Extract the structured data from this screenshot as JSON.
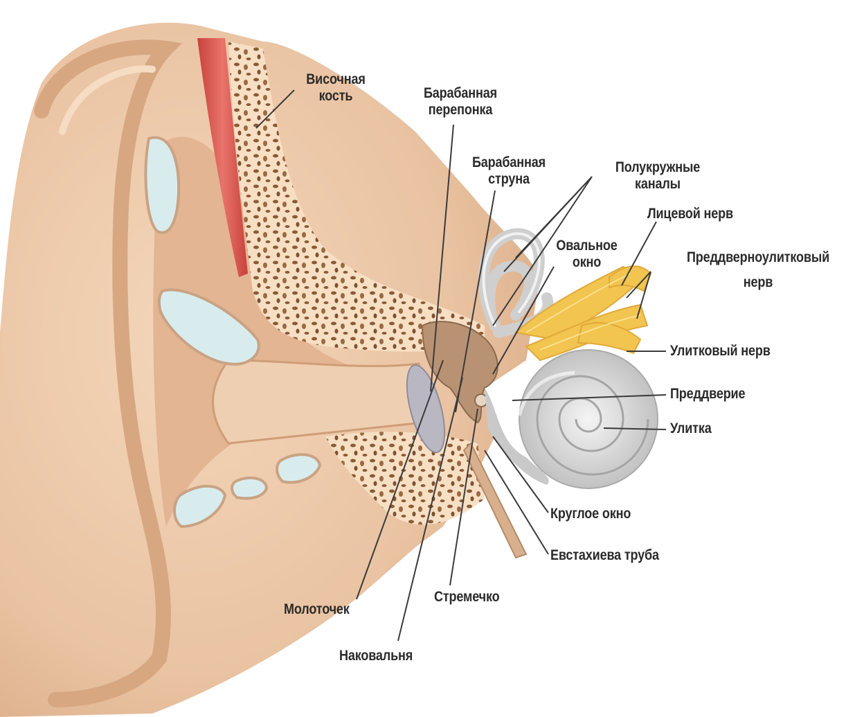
{
  "colors": {
    "skin": "#ecc8a8",
    "skin_dark": "#d9a985",
    "skin_light": "#f6dcc3",
    "bone": "#f7dfc4",
    "bone_spot": "#8a5a35",
    "muscle": "#d9574f",
    "fluid": "#d8ecee",
    "inner_ear": "#d6d6d6",
    "nerve": "#f0c24a",
    "label": "#2b2b2b",
    "leader": "#3a3a3a"
  },
  "labels": {
    "temporal_bone": [
      "Височная",
      "кость"
    ],
    "eardrum": [
      "Барабанная",
      "перепонка"
    ],
    "chorda_tympani": [
      "Барабанная",
      "струна"
    ],
    "semicircular_canals": [
      "Полукружные",
      "каналы"
    ],
    "facial_nerve": "Лицевой нерв",
    "oval_window": [
      "Овальное",
      "окно"
    ],
    "vestibulocochlear_nerve": [
      "Преддверноулитковый",
      "нерв"
    ],
    "cochlear_nerve": "Улитковый нерв",
    "vestibule": "Преддверие",
    "cochlea": "Улитка",
    "round_window": "Круглое окно",
    "eustachian_tube": "Евстахиева труба",
    "stapes": "Стремечко",
    "malleus": "Молоточек",
    "incus": "Наковальня"
  }
}
